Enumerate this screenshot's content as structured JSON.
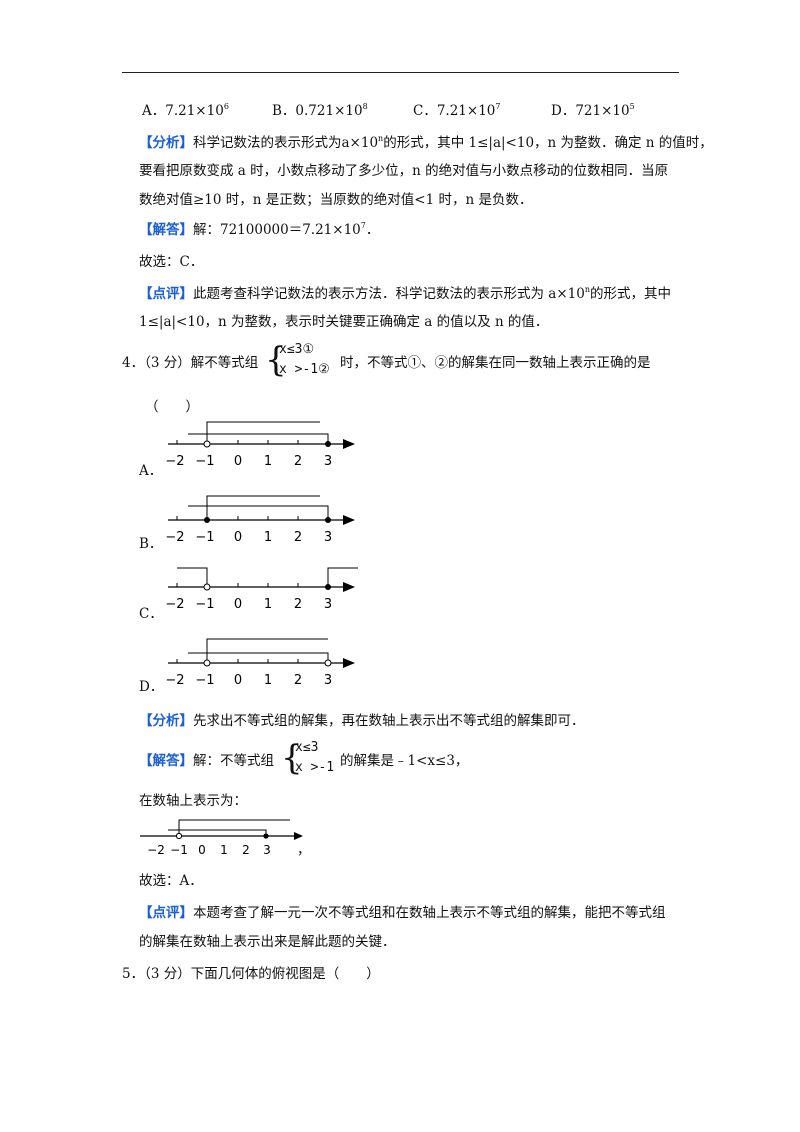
{
  "q3": {
    "options": [
      "A．7.21×10",
      "B．0.721×10",
      "C．7.21×10",
      "D．721×10"
    ],
    "option_exps": [
      "6",
      "8",
      "7",
      "5"
    ],
    "analysis_tag": "【分析】",
    "analysis_1": "科学记数法的表示形式为a×10",
    "analysis_1b": "的形式，其中 1≤|a|<10，n 为整数．确定 n 的值时，",
    "analysis_2": "要看把原数变成 a 时，小数点移动了多少位，n 的绝对值与小数点移动的位数相同．当原",
    "analysis_3": "数绝对值≥10 时，n 是正数；当原数的绝对值<1 时，n 是负数．",
    "answer_tag": "【解答】",
    "answer": "解：72100000＝7.21×10",
    "answer_exp": "7",
    "choose": "故选：C．",
    "comment_tag": "【点评】",
    "comment_1": "此题考查科学记数法的表示方法．科学记数法的表示形式为 a×10",
    "comment_1b": "的形式，其中",
    "comment_2": "1≤|a|<10，n 为整数，表示时关键要正确确定 a 的值以及 n 的值．"
  },
  "q4": {
    "stem_prefix": "4．（3 分）解不等式组",
    "ineq1": "x≤3①",
    "ineq2": "x >-1②",
    "stem_suffix": "时，不等式①、②的解集在同一数轴上表示正确的是",
    "paren": "（　　）",
    "option_labels": [
      "A．",
      "B．",
      "C．",
      "D．"
    ],
    "tick_labels": [
      "−2",
      "−1",
      "0",
      "1",
      "2",
      "3"
    ],
    "analysis_tag": "【分析】",
    "analysis": "先求出不等式组的解集，再在数轴上表示出不等式组的解集即可．",
    "answer_tag": "【解答】",
    "answer_prefix": "解：不等式组",
    "answer_ineq1": "x≤3",
    "answer_ineq2": "x >-1",
    "answer_suffix": "的解集是﹣1<x≤3，",
    "on_axis": "在数轴上表示为：",
    "answer_ticks": [
      "−2",
      "−1",
      "0",
      "1",
      "2",
      "3"
    ],
    "comma": "，",
    "choose": "故选：A．",
    "comment_tag": "【点评】",
    "comment_1": "本题考查了解一元一次不等式组和在数轴上表示不等式组的解集，能把不等式组",
    "comment_2": "的解集在数轴上表示出来是解此题的关键．"
  },
  "q5": {
    "stem": "5．（3 分）下面几何体的俯视图是（　　）"
  }
}
